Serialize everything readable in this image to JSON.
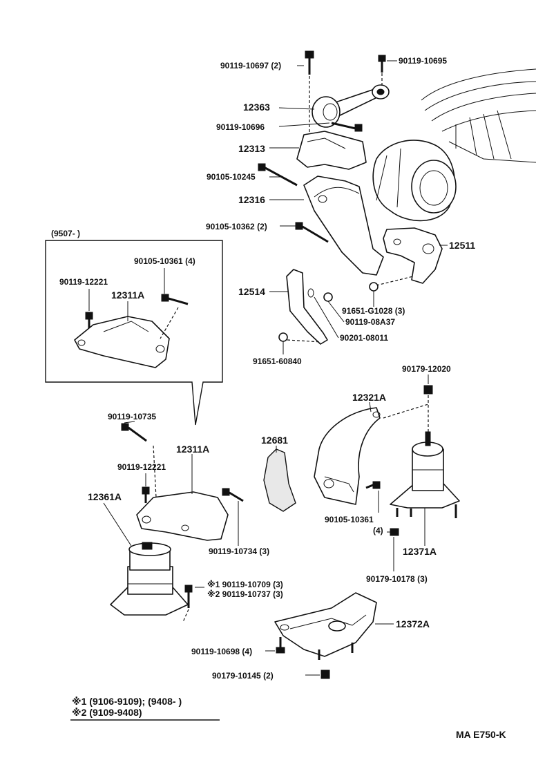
{
  "inset_range": "(9507-        )",
  "parts": {
    "p_90119_10697": "90119-10697 (2)",
    "p_90119_10695": "90119-10695",
    "p_12363": "12363",
    "p_90119_10696": "90119-10696",
    "p_12313": "12313",
    "p_90105_10245": "90105-10245",
    "p_12316": "12316",
    "p_90105_10362": "90105-10362 (2)",
    "p_12511": "12511",
    "p_12514": "12514",
    "p_91651_g1028": "91651-G1028 (3)",
    "p_90119_08a37": "90119-08A37",
    "p_90201_08011": "90201-08011",
    "p_91651_60840": "91651-60840",
    "p_inset_90105_10361": "90105-10361 (4)",
    "p_inset_90119_12221": "90119-12221",
    "p_inset_12311a": "12311A",
    "p_90179_12020": "90179-12020",
    "p_12321a": "12321A",
    "p_12681": "12681",
    "p_90119_10735": "90119-10735",
    "p_12311a": "12311A",
    "p_90119_12221": "90119-12221",
    "p_12361a": "12361A",
    "p_90105_10361": "90105-10361",
    "p_qty4": "(4)",
    "p_12371a": "12371A",
    "p_90119_10734": "90119-10734 (3)",
    "p_90179_10178": "90179-10178 (3)",
    "p_note1_part": "※1 90119-10709 (3)",
    "p_note2_part": "※2 90119-10737 (3)",
    "p_12372a": "12372A",
    "p_90119_10698": "90119-10698 (4)",
    "p_90179_10145": "90179-10145 (2)"
  },
  "notes": {
    "note1": "※1 (9106-9109); (9408-        )",
    "note2": "※2 (9109-9408)"
  },
  "code": "MA  E750-K"
}
